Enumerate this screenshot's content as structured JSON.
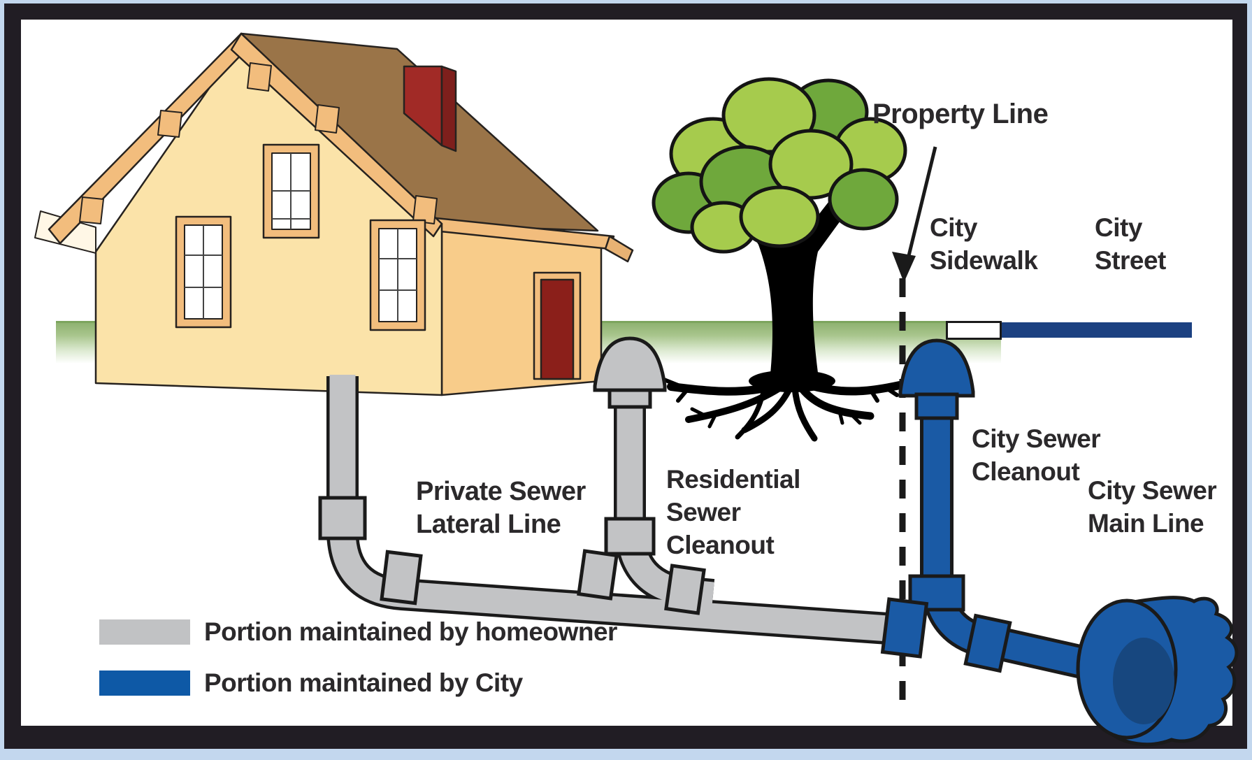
{
  "diagram": {
    "labels": {
      "property_line": "Property Line",
      "city_sidewalk": {
        "line1": "City",
        "line2": "Sidewalk"
      },
      "city_street": {
        "line1": "City",
        "line2": "Street"
      },
      "private_lateral": {
        "line1": "Private Sewer",
        "line2": "Lateral Line"
      },
      "residential_cleanout": {
        "line1": "Residential",
        "line2": "Sewer",
        "line3": "Cleanout"
      },
      "city_cleanout": {
        "line1": "City Sewer",
        "line2": "Cleanout"
      },
      "city_main": {
        "line1": "City Sewer",
        "line2": "Main Line"
      }
    },
    "legend": {
      "items": [
        {
          "label": "Portion maintained by homeowner",
          "color": "#c1c2c4"
        },
        {
          "label": "Portion maintained by City",
          "color": "#0e59a6"
        }
      ]
    },
    "colors": {
      "homeowner_pipe_gray": "#c2c3c5",
      "city_pipe_blue": "#1a5aa5",
      "street_navy": "#1c4181",
      "ground_green": "#8fb271",
      "house_front_wall": "#fbe3a9",
      "house_side_wall": "#f8cc8a",
      "house_trim": "#f2bd7d",
      "roof_brown": "#9a7448",
      "chimney_red": "#a12a26",
      "tree_green_light": "#a6cb4d",
      "tree_green_mid": "#6fa83c",
      "frame_outer_blue": "#c3d7ee",
      "frame_border_dark": "#211d24"
    }
  }
}
